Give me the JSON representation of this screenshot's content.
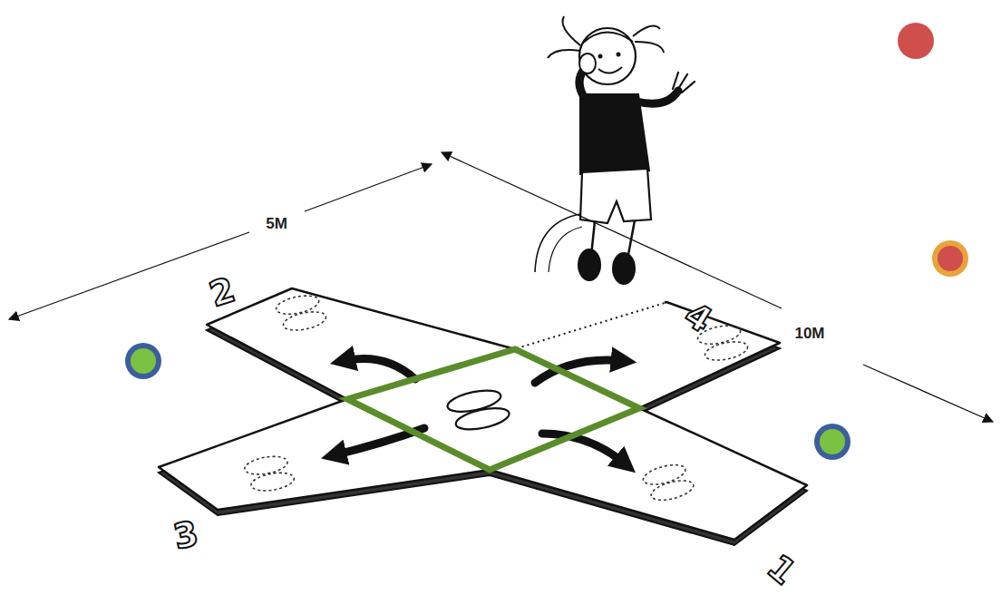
{
  "diagram": {
    "labels": [
      "5M",
      "10M",
      "2",
      "4",
      "3",
      "1"
    ]
  }
}
